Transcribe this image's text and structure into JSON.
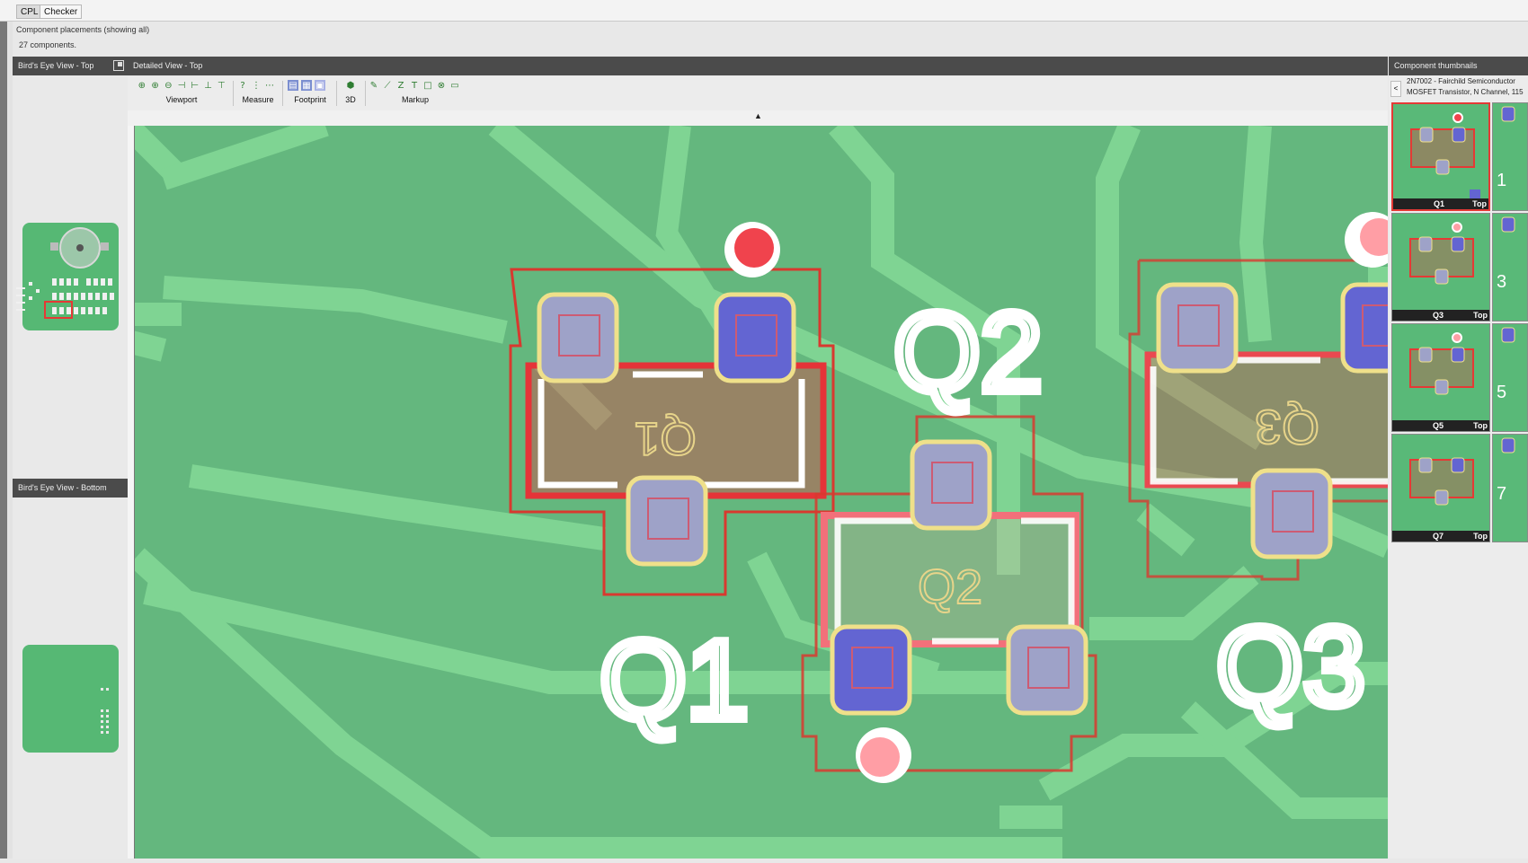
{
  "tabs": [
    {
      "label": "CPL",
      "active": true
    },
    {
      "label": "Checker",
      "active": false
    }
  ],
  "info": {
    "status": "Component placements (showing all)",
    "count": "27 components."
  },
  "panels": {
    "birds_eye_top": "Bird's Eye View - Top",
    "birds_eye_bottom": "Bird's Eye View - Bottom",
    "detailed": "Detailed View - Top",
    "thumbnails": "Component thumbnails"
  },
  "toolbar": {
    "groups": [
      "Viewport",
      "Measure",
      "Footprint",
      "3D",
      "Markup"
    ]
  },
  "thumbnails": {
    "description_line1": "2N7002 - Fairchild Semiconductor",
    "description_line2": "MOSFET Transistor, N Channel, 115",
    "items": [
      {
        "ref": "Q1",
        "side": "Top",
        "right_peek": "1"
      },
      {
        "ref": "Q3",
        "side": "Top",
        "right_peek": "3"
      },
      {
        "ref": "Q5",
        "side": "Top",
        "right_peek": "5"
      },
      {
        "ref": "Q7",
        "side": "Top",
        "right_peek": "7"
      }
    ]
  },
  "pcb": {
    "designators": {
      "q1": "Q1",
      "q2": "Q2",
      "q3": "Q3"
    },
    "colors": {
      "board": "#64b77e",
      "trace": "#7fd493",
      "outline": "#d8392f",
      "pad_fill": "#9ea2c8",
      "pad_selected": "#6365d2",
      "pad_ring": "#efe08a",
      "marker_red": "#f0434d",
      "marker_pink": "#ff9ea5"
    }
  }
}
